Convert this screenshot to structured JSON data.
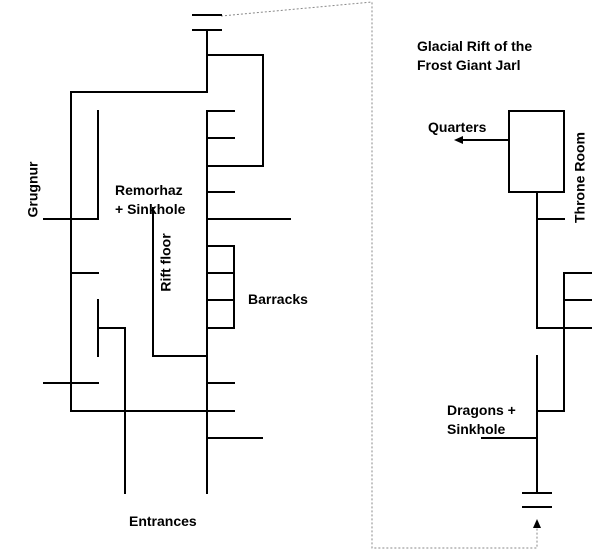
{
  "title": {
    "line1": "Glacial Rift of the",
    "line2": "Frost Giant Jarl"
  },
  "labels": {
    "remorhaz_line1": "Remorhaz",
    "remorhaz_line2": "+ Sinkhole",
    "grugnur": "Grugnur",
    "rift_floor": "Rift floor",
    "barracks": "Barracks",
    "entrances": "Entrances",
    "quarters": "Quarters",
    "throne_room": "Throne Room",
    "dragons_line1": "Dragons +",
    "dragons_line2": "Sinkhole"
  },
  "colors": {
    "line": "#000000",
    "connector": "#888888",
    "background": "#ffffff"
  }
}
